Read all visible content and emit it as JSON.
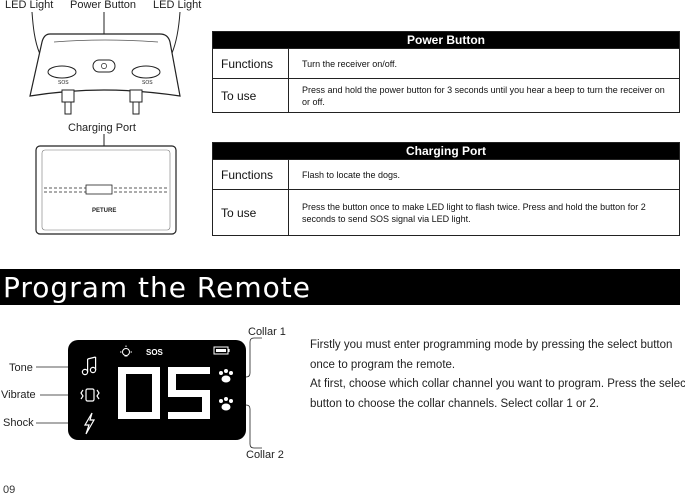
{
  "top_labels": {
    "led_left": "LED Light",
    "power_button": "Power Button",
    "led_right": "LED Light",
    "charging_port": "Charging Port",
    "sos_left": "SOS",
    "sos_right": "SOS",
    "brand": "PETURE"
  },
  "power_table": {
    "title": "Power Button",
    "rows": [
      {
        "key": "Functions",
        "value": "Turn the receiver on/off."
      },
      {
        "key": "To use",
        "value": "Press and hold the power button for 3 seconds until you hear a beep to turn the receiver on or off."
      }
    ]
  },
  "charging_table": {
    "title": "Charging Port",
    "rows": [
      {
        "key": "Functions",
        "value": "Flash to locate the dogs."
      },
      {
        "key": "To use",
        "value": "Press the button once to make LED light to flash twice. Press and hold the button for 2 seconds to send SOS signal via LED light."
      }
    ]
  },
  "section_title": "Program the Remote",
  "remote": {
    "labels": {
      "tone": "Tone",
      "vibrate": "Vibrate",
      "shock": "Shock",
      "collar1": "Collar 1",
      "collar2": "Collar 2"
    },
    "display_digits": "05",
    "sos": "SOS"
  },
  "instructions": [
    "Firstly you must enter programming mode by pressing the select button once to program the remote.",
    "At first, choose which collar channel you want to program. Press the select button to choose the collar channels. Select collar 1 or 2."
  ],
  "page_number": "09",
  "colors": {
    "ink": "#111111",
    "bar": "#000000",
    "screen": "#000000"
  }
}
